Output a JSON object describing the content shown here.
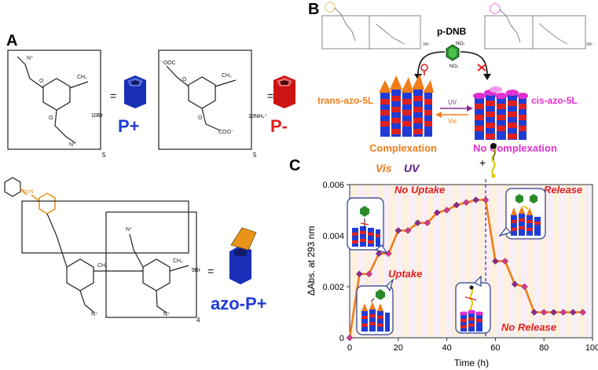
{
  "panels": {
    "a": {
      "letter": "A",
      "p_plus": {
        "counter": "10Br",
        "repeat": "5",
        "label": "P+",
        "color": "#1f3cd6"
      },
      "p_minus": {
        "counter": "10NH₄⁺",
        "repeat": "5",
        "label": "P-",
        "color": "#e02020"
      },
      "azo": {
        "azo_group": "N=N",
        "counter": "9Br",
        "repeat": "4",
        "label": "azo-P+",
        "color": "#1f3cd6",
        "azo_color": "#e8941a"
      }
    },
    "b": {
      "letter": "B",
      "guest": "p-DNB",
      "guest_sub": "NO₂",
      "left_name": "trans-azo-5L",
      "right_name": "cis-azo-5L",
      "uv": "UV",
      "vis": "Vis",
      "left_caption": "Complexation",
      "right_caption": "No Complexation",
      "colors": {
        "orange": "#f07d1a",
        "magenta": "#e030d0",
        "green": "#2a8a2a"
      }
    },
    "c": {
      "letter": "C",
      "vis": "Vis",
      "uv": "UV",
      "plus": "+",
      "no_uptake": "No Uptake",
      "uptake": "Uptake",
      "release": "Release",
      "no_release": "No Release"
    }
  },
  "chart_data": {
    "type": "line",
    "xlabel": "Time (h)",
    "ylabel": "ΔAbs. at 293 nm",
    "xlim": [
      0,
      100
    ],
    "ylim": [
      0,
      0.006
    ],
    "xticks": [
      0,
      20,
      40,
      60,
      80,
      100
    ],
    "yticks": [
      0,
      0.002,
      0.004,
      0.006
    ],
    "ytick_labels": [
      "0",
      "0.002",
      "0.004",
      "0.006"
    ],
    "xtick_labels": [
      "0",
      "20",
      "40",
      "60",
      "80",
      "100"
    ],
    "series": [
      {
        "color": "#f07d1a",
        "points": [
          {
            "x": 0,
            "y": 0,
            "c": "#d43a8a"
          },
          {
            "x": 4,
            "y": 0.0025,
            "c": "#8a2a8a"
          },
          {
            "x": 8,
            "y": 0.0025,
            "c": "#d43a8a"
          },
          {
            "x": 12,
            "y": 0.0033,
            "c": "#8a2a8a"
          },
          {
            "x": 16,
            "y": 0.0033,
            "c": "#d43a8a"
          },
          {
            "x": 20,
            "y": 0.0042,
            "c": "#8a2a8a"
          },
          {
            "x": 24,
            "y": 0.0042,
            "c": "#d43a8a"
          },
          {
            "x": 28,
            "y": 0.0045,
            "c": "#8a2a8a"
          },
          {
            "x": 32,
            "y": 0.0045,
            "c": "#d43a8a"
          },
          {
            "x": 36,
            "y": 0.0049,
            "c": "#8a2a8a"
          },
          {
            "x": 40,
            "y": 0.005,
            "c": "#d43a8a"
          },
          {
            "x": 44,
            "y": 0.0052,
            "c": "#8a2a8a"
          },
          {
            "x": 48,
            "y": 0.0053,
            "c": "#d43a8a"
          },
          {
            "x": 52,
            "y": 0.0054,
            "c": "#8a2a8a"
          },
          {
            "x": 56,
            "y": 0.0054,
            "c": "#d43a8a"
          },
          {
            "x": 60,
            "y": 0.003,
            "c": "#8a2a8a"
          },
          {
            "x": 64,
            "y": 0.003,
            "c": "#d43a8a"
          },
          {
            "x": 68,
            "y": 0.0021,
            "c": "#8a2a8a"
          },
          {
            "x": 72,
            "y": 0.002,
            "c": "#d43a8a"
          },
          {
            "x": 76,
            "y": 0.001,
            "c": "#8a2a8a"
          },
          {
            "x": 80,
            "y": 0.001,
            "c": "#d43a8a"
          },
          {
            "x": 84,
            "y": 0.001,
            "c": "#8a2a8a"
          },
          {
            "x": 88,
            "y": 0.001,
            "c": "#d43a8a"
          },
          {
            "x": 92,
            "y": 0.001,
            "c": "#8a2a8a"
          },
          {
            "x": 96,
            "y": 0.001,
            "c": "#d43a8a"
          }
        ]
      }
    ],
    "annotations": {
      "dashed_x": 56
    }
  }
}
